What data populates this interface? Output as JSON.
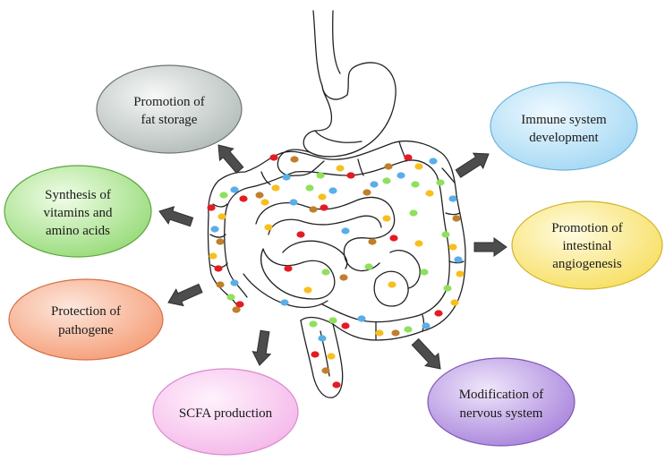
{
  "diagram": {
    "functions": [
      {
        "id": "fat-storage",
        "lines": [
          "Promotion of",
          "fat storage"
        ],
        "colors": {
          "light": "#f6f8f7",
          "dark": "#b3bcb9",
          "stroke": "#6d7471"
        }
      },
      {
        "id": "vitamins",
        "lines": [
          "Synthesis of",
          "vitamins and",
          "amino acids"
        ],
        "colors": {
          "light": "#f0fde8",
          "dark": "#97db78",
          "stroke": "#5ea63f"
        }
      },
      {
        "id": "pathogene",
        "lines": [
          "Protection of",
          "pathogene"
        ],
        "colors": {
          "light": "#fde7dc",
          "dark": "#f59e78",
          "stroke": "#d26f46"
        }
      },
      {
        "id": "scfa",
        "lines": [
          "SCFA production"
        ],
        "colors": {
          "light": "#fff2fc",
          "dark": "#f4b8ea",
          "stroke": "#d98bcd"
        }
      },
      {
        "id": "nervous",
        "lines": [
          "Modification of",
          "nervous system"
        ],
        "colors": {
          "light": "#efe6fb",
          "dark": "#a985dc",
          "stroke": "#7e58b5"
        }
      },
      {
        "id": "angiogenesis",
        "lines": [
          "Promotion of",
          "intestinal",
          "angiogenesis"
        ],
        "colors": {
          "light": "#fffbe0",
          "dark": "#f7df62",
          "stroke": "#d1b32c"
        }
      },
      {
        "id": "immune",
        "lines": [
          "Immune system",
          "development"
        ],
        "colors": {
          "light": "#eef9ff",
          "dark": "#a4d8f4",
          "stroke": "#6cb3da"
        }
      }
    ],
    "bacteria_colors": {
      "red": "#e31b23",
      "yellow": "#f7bf1e",
      "green": "#8fe05d",
      "blue": "#5aaee8",
      "brown": "#bf7f2b"
    },
    "arrow_color": "#4d4d4d",
    "outline_color": "#222222"
  }
}
